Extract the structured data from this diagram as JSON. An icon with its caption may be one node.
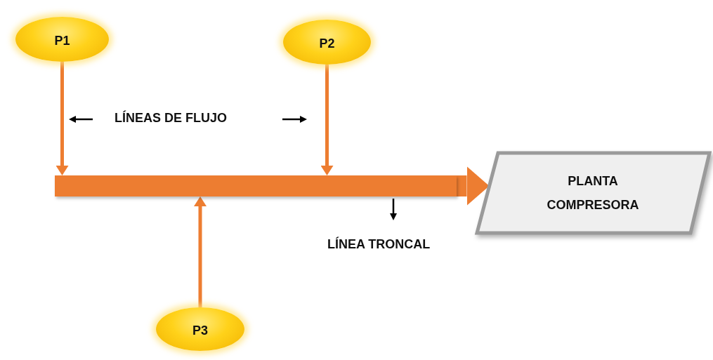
{
  "diagram": {
    "nodes": [
      {
        "text": [
          "P1"
        ]
      },
      {
        "text": [
          "P2"
        ]
      },
      {
        "text": [
          "PLANTA COMPRESORA"
        ]
      },
      {
        "text": [],
        "shape": "bar"
      },
      {
        "text": [
          "P3"
        ]
      }
    ],
    "edges": [
      {
        "from": 0,
        "to": 3,
        "arrow": "to"
      },
      {
        "from": 1,
        "to": 3,
        "arrow": "to"
      },
      {
        "from": 4,
        "to": 3,
        "arrow": "to"
      },
      {
        "from": 3,
        "to": 2,
        "arrow": "to",
        "style": "thick"
      }
    ],
    "labels": [
      "LÍNEAS DE FLUJO",
      "LÍNEA TRONCAL"
    ]
  }
}
